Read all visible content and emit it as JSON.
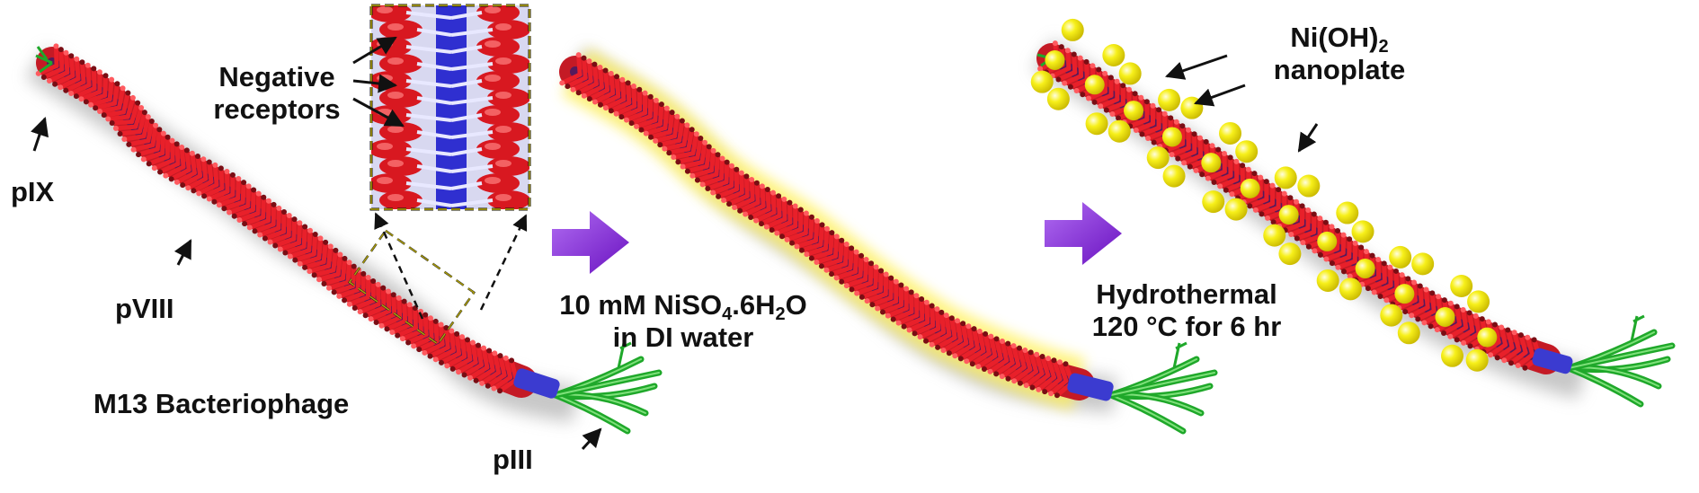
{
  "stage1": {
    "labels": {
      "negative_receptors_1": "Negative",
      "negative_receptors_2": "receptors",
      "pix": "pIX",
      "pviii": "pVIII",
      "piii": "pIII",
      "phage": "M13 Bacteriophage"
    }
  },
  "step1": {
    "line1_prefix": "10 mM NiSO",
    "line1_sub": "4",
    "line1_suffix": ".6H",
    "line1_sub2": "2",
    "line1_end": "O",
    "line2": "in DI water"
  },
  "step2": {
    "line1": "Hydrothermal",
    "line2": "120 °C for 6 hr"
  },
  "stage3": {
    "product_prefix": "Ni(OH)",
    "product_sub": "2",
    "product_line2": "nanoplate"
  },
  "colors": {
    "coat_red": "#e8202a",
    "coat_dark": "#3a1a6a",
    "core_blue": "#3b3bd0",
    "tail_green": "#1fa82a",
    "arrow_purple": "#8a2be2",
    "nanoplate_yellow": "#f5ee10",
    "inset_border": "#222222"
  }
}
